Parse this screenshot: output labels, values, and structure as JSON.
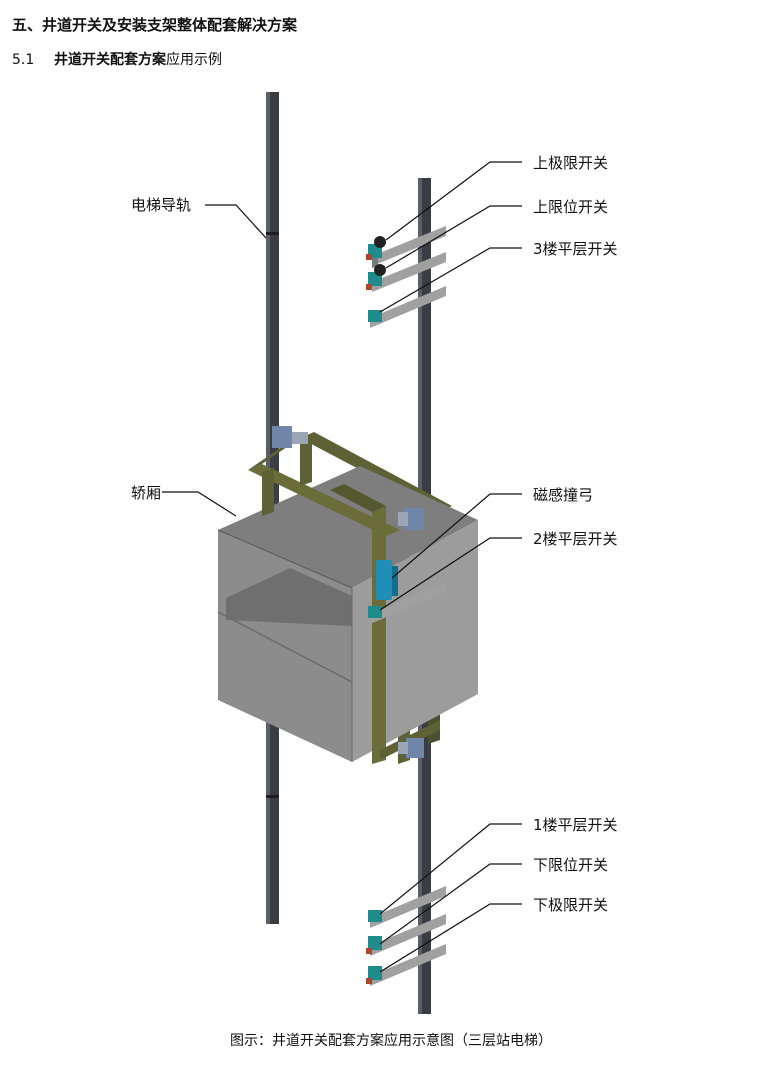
{
  "heading": "五、井道开关及安装支架整体配套解决方案",
  "subheading": {
    "number": "5.1",
    "title_bold": "井道开关配套方案",
    "title_rest": "应用示例"
  },
  "labels": {
    "guide_rail": "电梯导轨",
    "car": "轿厢",
    "upper_limit_extreme": "上极限开关",
    "upper_limit": "上限位开关",
    "floor3_leveling": "3楼平层开关",
    "magnetic_striker": "磁感撞弓",
    "floor2_leveling": "2楼平层开关",
    "floor1_leveling": "1楼平层开关",
    "lower_limit": "下限位开关",
    "lower_limit_extreme": "下极限开关"
  },
  "caption": "图示：井道开关配套方案应用示意图（三层站电梯）",
  "colors": {
    "rail": "#3a3d44",
    "car_front": "#8c8c8c",
    "car_side": "#9c9c9c",
    "car_top": "#7e7e7e",
    "frame": "#5e6136",
    "switch_body": "#1e8b8c",
    "bracket": "#a0a0a0",
    "striker": "#1f8fb8"
  }
}
